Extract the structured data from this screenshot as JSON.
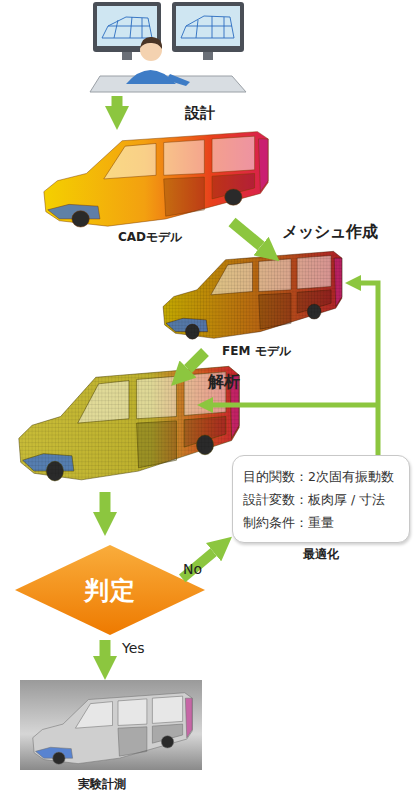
{
  "diagram": {
    "nodes": [
      {
        "text": [
          "目的関数：2次固有振動数",
          "設計変数：板肉厚 / 寸法",
          "制約条件：重量",
          "最適化"
        ]
      },
      {
        "text": [
          "判定"
        ]
      }
    ],
    "edges": [
      {
        "from": 1,
        "to": 0,
        "label": "No",
        "arrow": "to"
      }
    ],
    "labels": [
      "設計",
      "CADモデル",
      "メッシュ作成",
      "FEM モデル",
      "解析",
      "Yes",
      "実験計測"
    ]
  }
}
